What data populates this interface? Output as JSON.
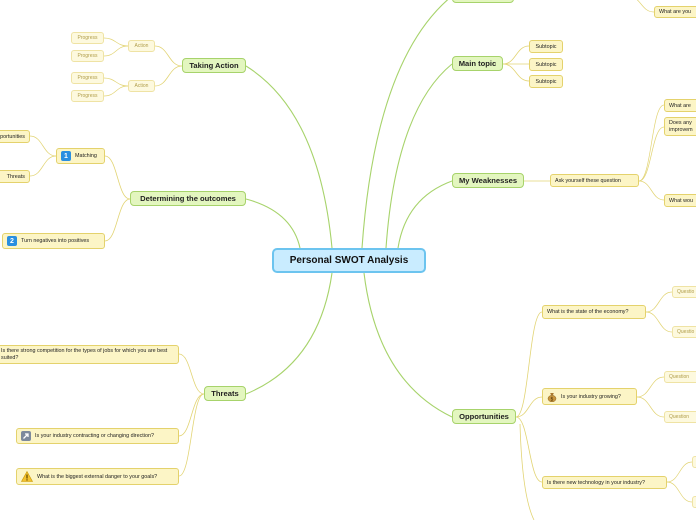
{
  "map": {
    "central": "Personal SWOT Analysis",
    "taking_action": {
      "label": "Taking Action",
      "groups": [
        {
          "label": "Action",
          "items": [
            "Progress",
            "Progress"
          ]
        },
        {
          "label": "Action",
          "items": [
            "Progress",
            "Progress"
          ]
        }
      ]
    },
    "outcomes": {
      "label": "Determining the outcomes",
      "matching": {
        "badge": "1",
        "label": "Matching",
        "items": [
          "portunities",
          "Threats"
        ]
      },
      "turn_negatives": {
        "badge": "2",
        "label": "Turn negatives into positives"
      }
    },
    "threats": {
      "label": "Threats",
      "items": [
        "Is there strong competition for the types of jobs for which you are best suited?",
        "Is your industry contracting or changing direction?",
        "What is the biggest external danger to your goals?"
      ]
    },
    "top_branch": {
      "item": "What are you"
    },
    "main_topic": {
      "label": "Main topic",
      "subtopics": [
        "Subtopic",
        "Subtopic",
        "Subtopic"
      ]
    },
    "weaknesses": {
      "label": "My Weaknesses",
      "ask": "Ask yourself these question",
      "items": [
        "What are",
        "Does any improvem",
        "What wou"
      ]
    },
    "opportunities": {
      "label": "Opportunities",
      "economy": {
        "label": "What is the state of the economy?",
        "items": [
          "Questio",
          "Questio"
        ]
      },
      "industry": {
        "label": "Is your industry growing?",
        "items": [
          "Question",
          "Question"
        ]
      },
      "technology": {
        "label": "Is there new technology in your industry?"
      }
    }
  },
  "colors": {
    "central_fill": "#c9ecff",
    "central_border": "#6cc4ef",
    "main_fill": "#e3f6bf",
    "main_border": "#a7d36b",
    "sub_fill": "#fcf5c6",
    "sub_border": "#e4d26c",
    "main_link": "#a7d36b",
    "sub_link": "#e2d474"
  },
  "icons": [
    "number-1-badge-icon",
    "number-2-badge-icon",
    "arrow-up-right-icon",
    "money-bag-icon",
    "warning-icon"
  ]
}
